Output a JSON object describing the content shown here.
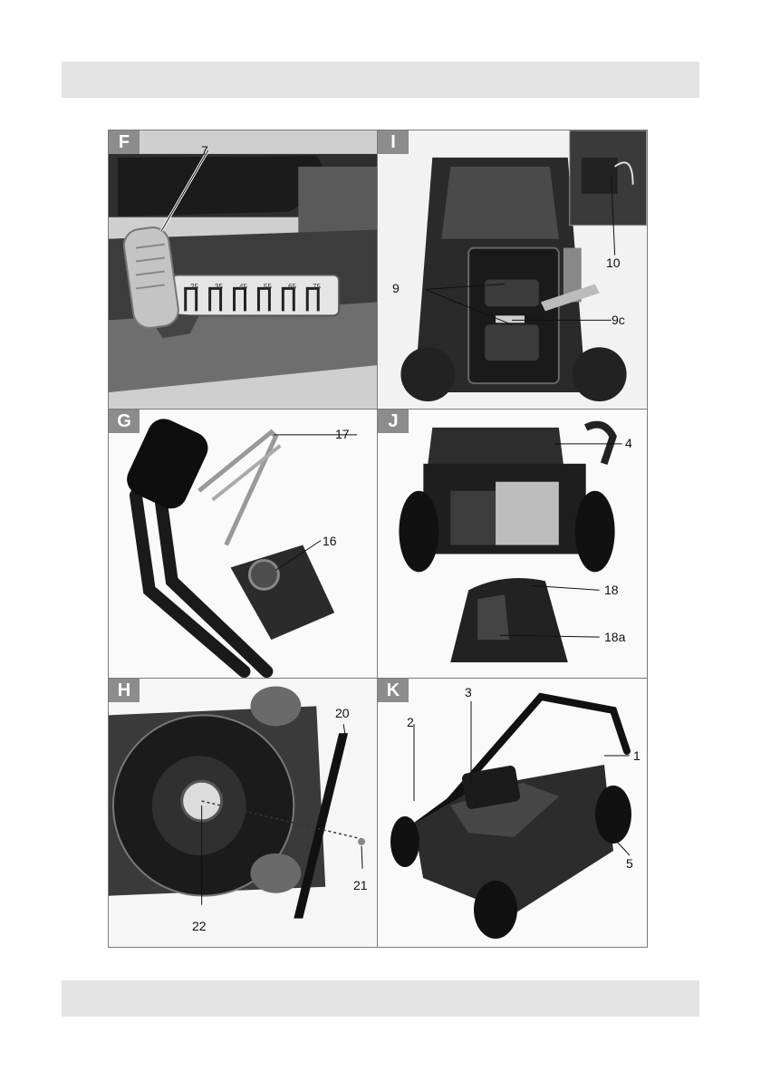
{
  "panels": {
    "F": {
      "letter": "F",
      "callouts": {
        "c7": "7"
      },
      "height_scale": [
        "25",
        "35",
        "45",
        "55",
        "65",
        "75"
      ]
    },
    "I": {
      "letter": "I",
      "callouts": {
        "c9": "9",
        "c9c": "9c",
        "c10": "10"
      }
    },
    "G": {
      "letter": "G",
      "callouts": {
        "c17": "17",
        "c16": "16"
      }
    },
    "J": {
      "letter": "J",
      "callouts": {
        "c4": "4",
        "c18": "18",
        "c18a": "18a"
      }
    },
    "H": {
      "letter": "H",
      "callouts": {
        "c20": "20",
        "c21": "21",
        "c22": "22"
      }
    },
    "K": {
      "letter": "K",
      "callouts": {
        "c1": "1",
        "c2": "2",
        "c3": "3",
        "c5": "5"
      }
    }
  }
}
